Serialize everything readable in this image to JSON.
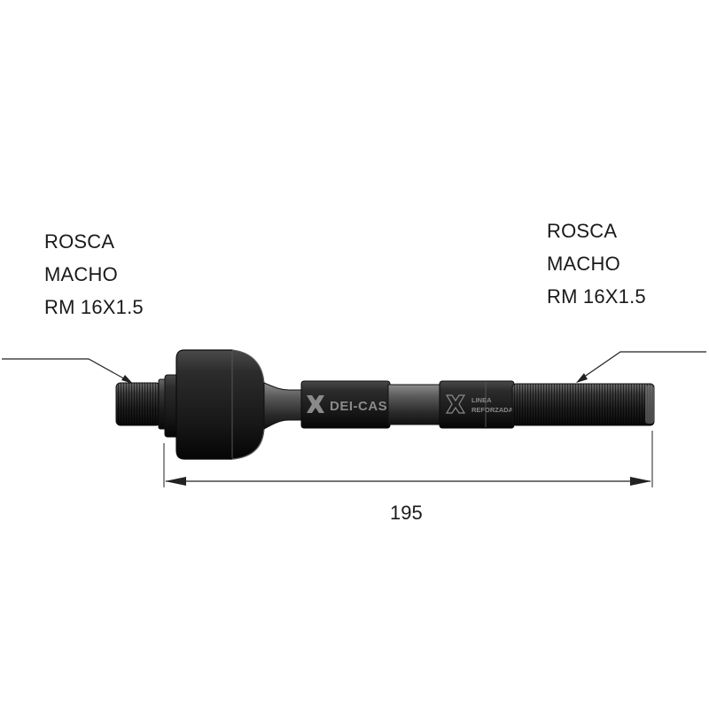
{
  "left_label": {
    "lines": [
      "ROSCA",
      "MACHO",
      "RM 16X1.5"
    ]
  },
  "right_label": {
    "lines": [
      "ROSCA",
      "MACHO",
      "RM 16X1.5"
    ]
  },
  "dimension": {
    "value": "195"
  },
  "brand": {
    "logo_text": "DEI-CAS",
    "tag_line1": "LINEA",
    "tag_line2": "REFORZADA"
  }
}
